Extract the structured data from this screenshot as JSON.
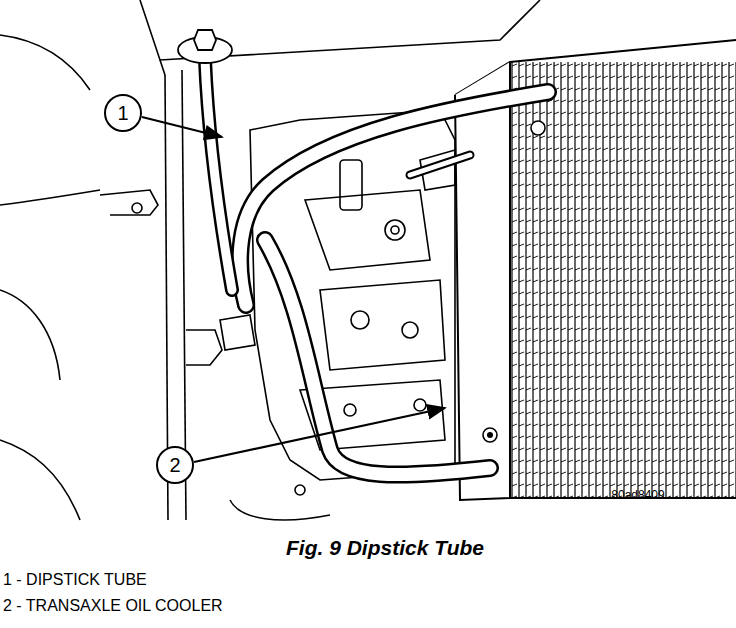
{
  "diagram": {
    "caption": "Fig. 9 Dipstick Tube",
    "labels": [
      "1",
      "2",
      "80ad8409",
      "1 - DIPSTICK TUBE",
      "2 - TRANSAXLE OIL COOLER"
    ]
  }
}
